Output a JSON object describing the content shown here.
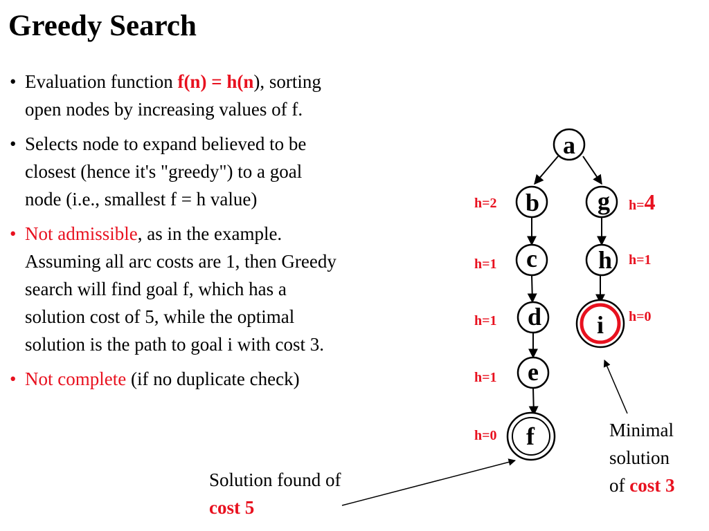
{
  "slide": {
    "title": "Greedy Search",
    "bullets": [
      {
        "lines": [
          {
            "pre": "Evaluation function ",
            "em": "f(n) = h(n",
            "post": "), sorting"
          },
          {
            "text": "open nodes by increasing values of f."
          }
        ]
      },
      {
        "lines": [
          {
            "text": "Selects node to expand believed to be"
          },
          {
            "text": "closest (hence it's \"greedy\") to a goal"
          },
          {
            "text": "node (i.e., smallest f = h value)"
          }
        ]
      },
      {
        "lines": [
          {
            "red": "Not admissible",
            "post": ", as in the example."
          },
          {
            "text": "Assuming all arc costs are 1, then Greedy"
          },
          {
            "text": "search will find goal f, which has a"
          },
          {
            "text": "solution cost of 5, while the optimal"
          },
          {
            "text": "solution is the path to goal i with cost 3."
          }
        ]
      },
      {
        "lines": [
          {
            "red": "Not complete",
            "post": " (if no duplicate check)"
          }
        ]
      }
    ]
  },
  "graph": {
    "nodes": {
      "a": "a",
      "b": "b",
      "c": "c",
      "d": "d",
      "e": "e",
      "f": "f",
      "g": "g",
      "h": "h",
      "i": "i"
    },
    "heuristics": {
      "b": "h=2",
      "c": "h=1",
      "d": "h=1",
      "e": "h=1",
      "f": "h=0",
      "g_prefix": "h=",
      "g_value": "4",
      "h": "h=1",
      "i": "h=0"
    },
    "colors": {
      "accent_red": "#e8111f",
      "black": "#000000"
    }
  },
  "annotations": {
    "found": {
      "line1": "Solution found of",
      "line2": "cost 5"
    },
    "minimal": {
      "line1": "Minimal",
      "line2": "solution",
      "line3_pre": "of ",
      "line3_em": "cost 3"
    }
  }
}
